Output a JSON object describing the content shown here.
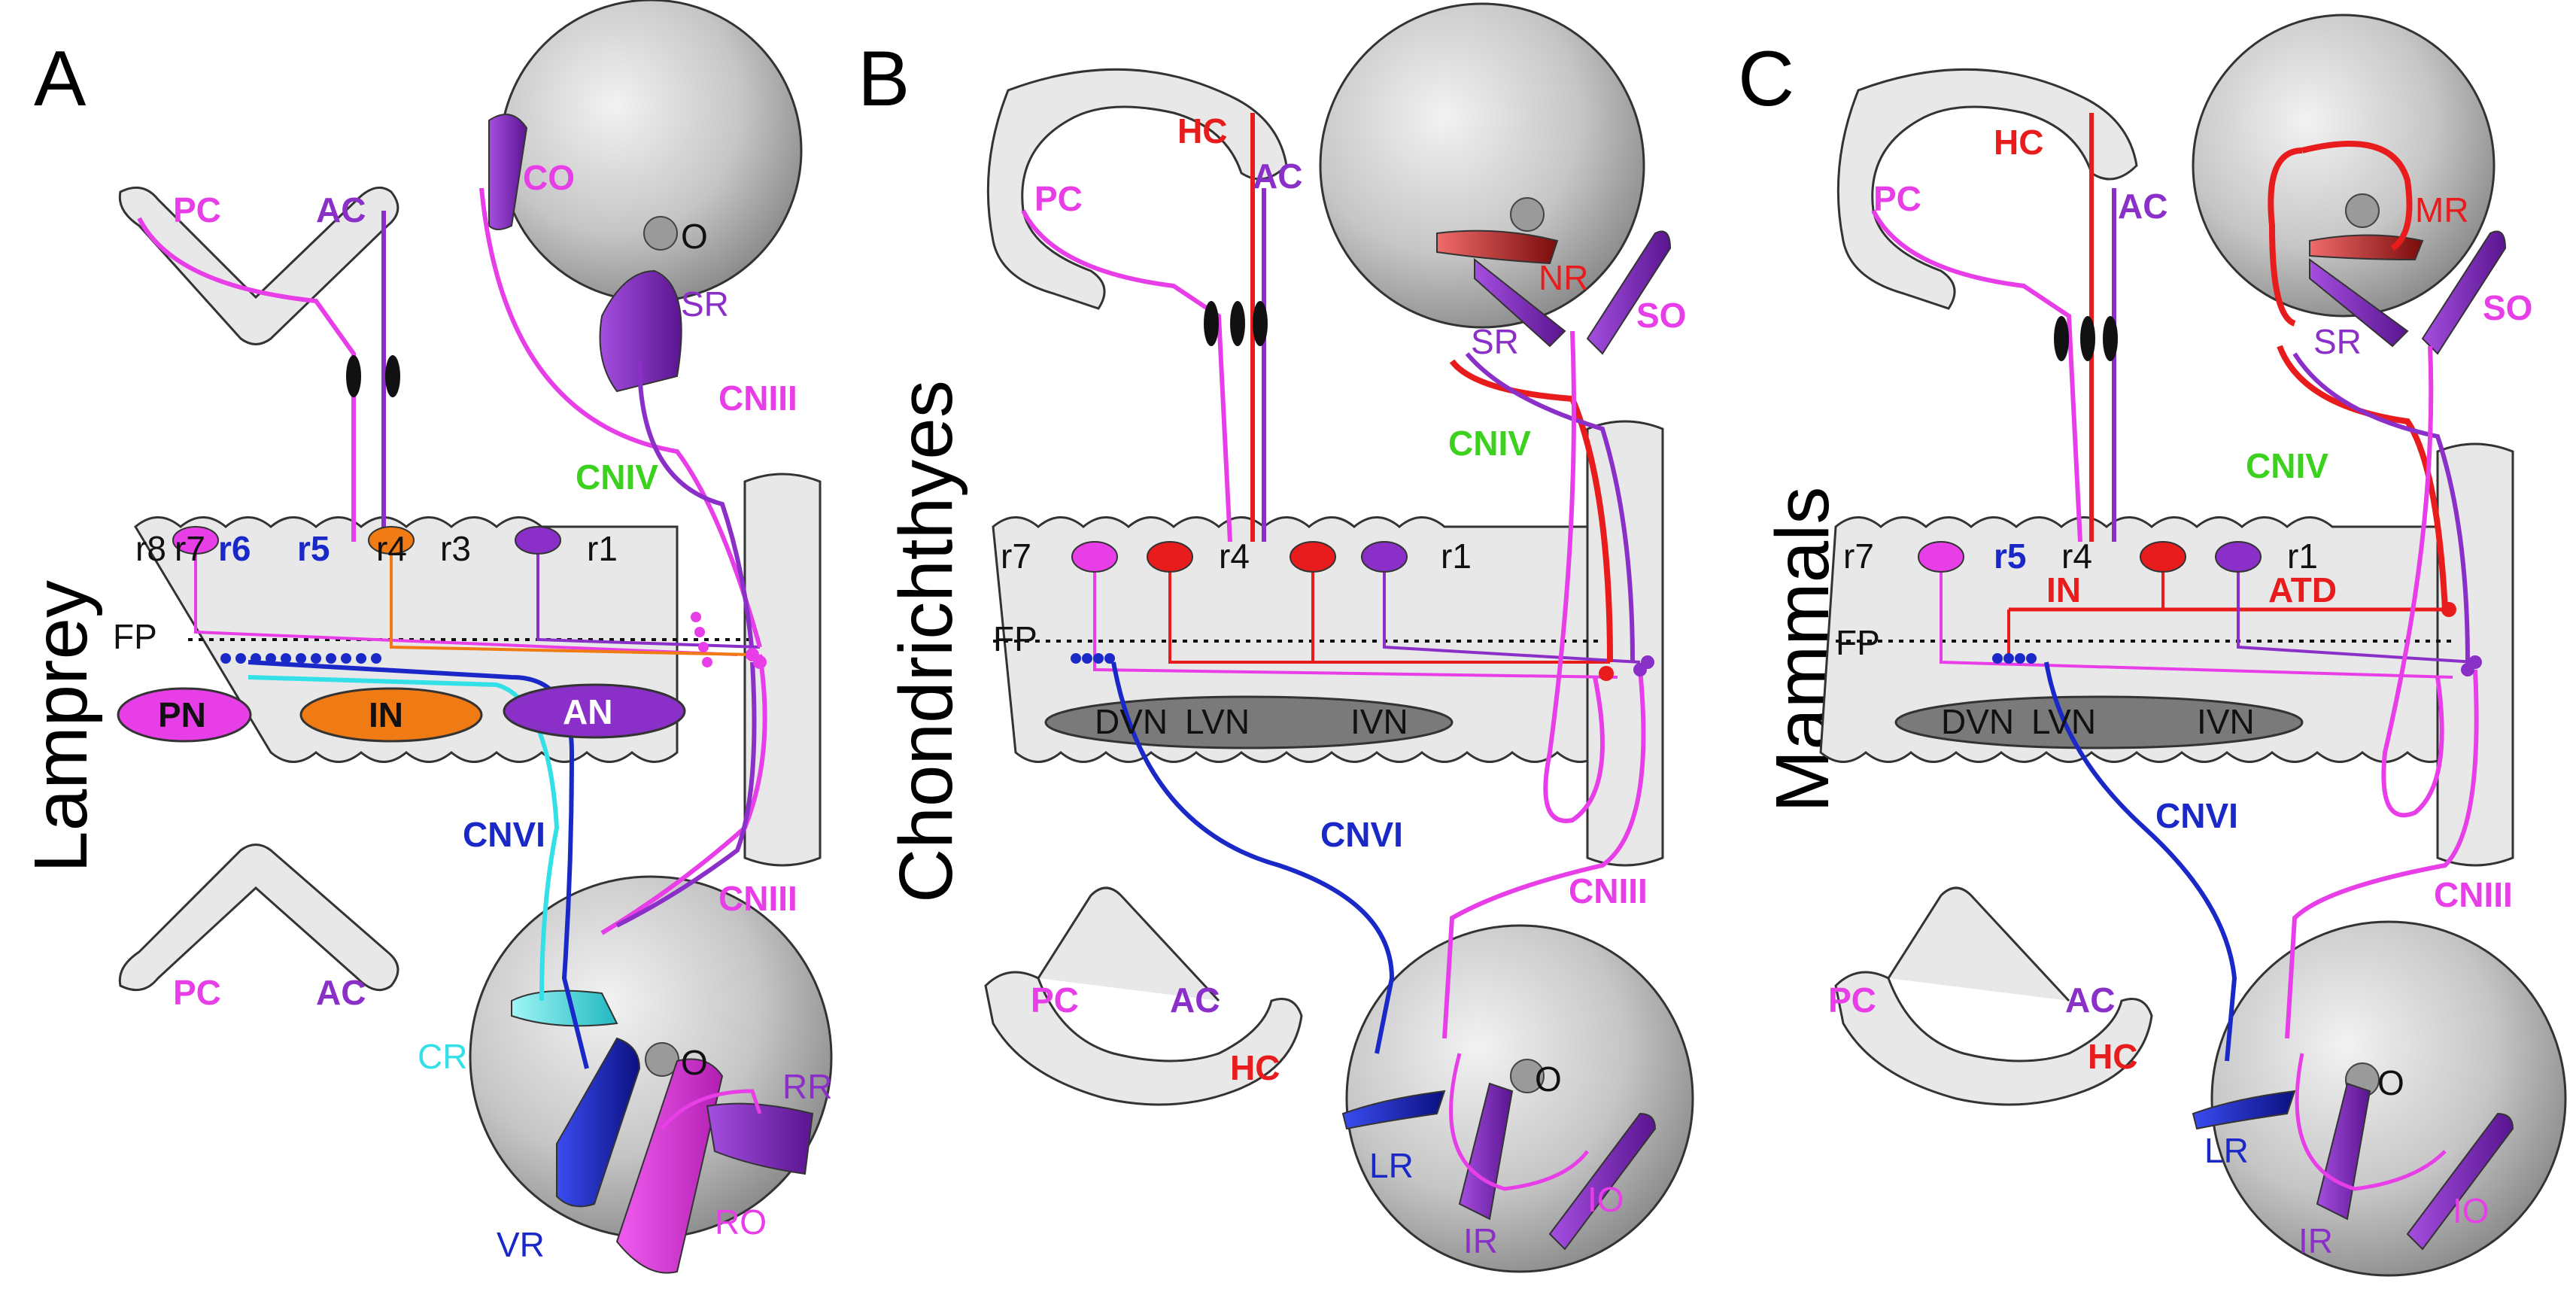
{
  "colors": {
    "magenta": "#e83ee8",
    "purple": "#8b2fc9",
    "red": "#e81c1c",
    "blue": "#1a28c8",
    "cyan": "#33e0e8",
    "orange": "#f07a14",
    "green": "#3bd11e",
    "eye": "#c8c8c8",
    "brain": "#e8e8e8",
    "nucleus": "#7a7a7a"
  },
  "panels": [
    {
      "letter": "A",
      "side_label": "Lamprey",
      "canals_top": [
        "PC",
        "AC"
      ],
      "canals_bottom": [
        "PC",
        "AC"
      ],
      "rhombomeres": [
        "r8",
        "r7",
        "r6",
        "r5",
        "r4",
        "r3",
        "r1"
      ],
      "floor_plate": "FP",
      "nuclei": [
        "PN",
        "IN",
        "AN"
      ],
      "nerves": [
        "CNIV",
        "CNIII",
        "CNVI",
        "CNIII"
      ],
      "muscles_top": [
        "CO",
        "SR"
      ],
      "muscles_bottom": [
        "CR",
        "RR",
        "VR",
        "RO"
      ],
      "optic": "O"
    },
    {
      "letter": "B",
      "side_label": "Chondrichthyes",
      "canals_top": [
        "HC",
        "PC",
        "AC"
      ],
      "canals_bottom": [
        "PC",
        "AC",
        "HC"
      ],
      "rhombomeres": [
        "r7",
        "r4",
        "r1"
      ],
      "floor_plate": "FP",
      "nuclei": [
        "DVN",
        "LVN",
        "IVN"
      ],
      "nerves": [
        "CNIV",
        "CNVI",
        "CNIII"
      ],
      "muscles_top": [
        "NR",
        "SR",
        "SO"
      ],
      "muscles_bottom": [
        "LR",
        "IR",
        "IO"
      ],
      "optic": "O"
    },
    {
      "letter": "C",
      "side_label": "Mammals",
      "canals_top": [
        "HC",
        "PC",
        "AC"
      ],
      "canals_bottom": [
        "PC",
        "AC",
        "HC"
      ],
      "rhombomeres": [
        "r7",
        "r5",
        "r4",
        "r1"
      ],
      "floor_plate": "FP",
      "tracts": [
        "IN",
        "ATD"
      ],
      "nuclei": [
        "DVN",
        "LVN",
        "IVN"
      ],
      "nerves": [
        "CNIV",
        "CNVI",
        "CNIII"
      ],
      "muscles_top": [
        "MR",
        "SR",
        "SO"
      ],
      "muscles_bottom": [
        "LR",
        "IR",
        "IO"
      ],
      "optic": "O"
    }
  ]
}
